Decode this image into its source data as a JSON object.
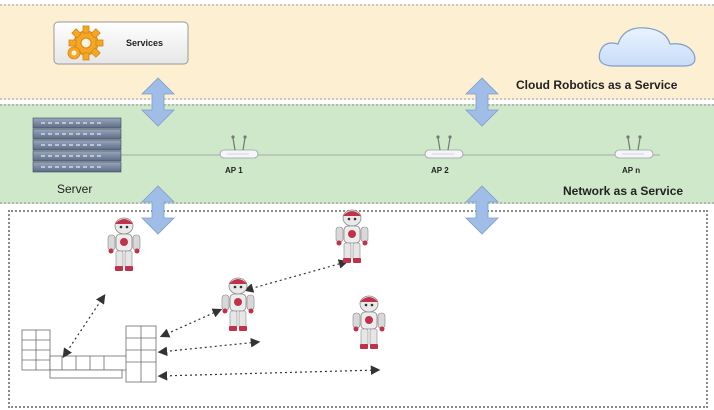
{
  "layers": {
    "cloud": {
      "title": "Cloud Robotics as a Service",
      "services_label": "Services"
    },
    "network": {
      "title": "Network as a Service",
      "server_label": "Server",
      "aps": [
        "AP 1",
        "AP 2",
        "AP n"
      ]
    },
    "robots": {
      "count": 4
    }
  },
  "colors": {
    "cloud_band": "#fcefd2",
    "network_band": "#cfe8c9",
    "arrow_blue": "#9fbde6",
    "robot_red": "#c0324a",
    "gear_orange": "#f5a623"
  },
  "icons": [
    "gear-icon",
    "cloud-icon",
    "server-icon",
    "access-point-icon",
    "robot-icon",
    "floor-plan-icon"
  ]
}
